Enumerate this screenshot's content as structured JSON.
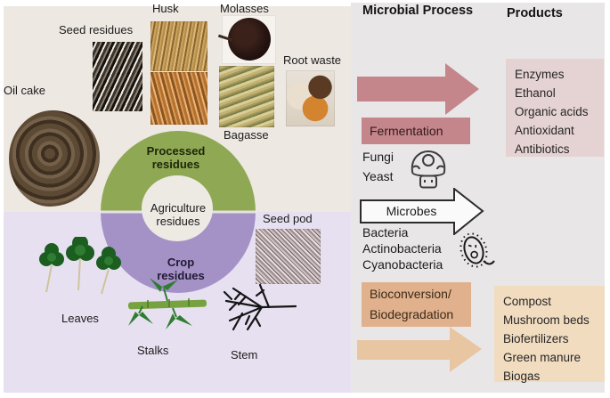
{
  "left": {
    "ring": {
      "top_label": "Processed residues",
      "center_label": "Agriculture residues",
      "bottom_label": "Crop residues"
    },
    "processed_items": {
      "husk": "Husk",
      "molasses": "Molasses",
      "seed_residues": "Seed residues",
      "oil_cake": "Oil cake",
      "root_waste": "Root waste",
      "bagasse": "Bagasse"
    },
    "crop_items": {
      "seed_pod": "Seed pod",
      "leaves": "Leaves",
      "stalks": "Stalks",
      "stem": "Stem"
    }
  },
  "right": {
    "headers": {
      "process": "Microbial Process",
      "products": "Products"
    },
    "fermentation": {
      "box_label": "Fermentation",
      "organisms": [
        "Fungi",
        "Yeast"
      ],
      "products": [
        "Enzymes",
        "Ethanol",
        "Organic acids",
        "Antioxidant",
        "Antibiotics"
      ]
    },
    "microbes": {
      "arrow_label": "Microbes",
      "organisms": [
        "Bacteria",
        "Actinobacteria",
        "Cyanobacteria"
      ]
    },
    "bioconversion": {
      "box_line1": "Bioconversion/",
      "box_line2": "Biodegradation",
      "products": [
        "Compost",
        "Mushroom beds",
        "Biofertilizers",
        "Green manure",
        "Biogas"
      ]
    }
  },
  "icons": {
    "mushroom": "mushroom-icon (fungi/yeast)",
    "bacteria": "bacteria-icon (bacteria cell with cilia)"
  },
  "colors": {
    "ring_green": "#8fa854",
    "ring_purple": "#a491c6",
    "rose_arrow": "#c5868b",
    "fermentation_box": "#c5868b",
    "bioconversion_box": "#e0b18c",
    "tan_arrow": "#e9c6a2",
    "products_pink_box": "#e5d2d2",
    "products_tan_box": "#f1dcc0",
    "bg_top_left": "#eee8e3",
    "bg_bottom_left": "#e7e0f1",
    "bg_right": "#e9e6e7"
  }
}
